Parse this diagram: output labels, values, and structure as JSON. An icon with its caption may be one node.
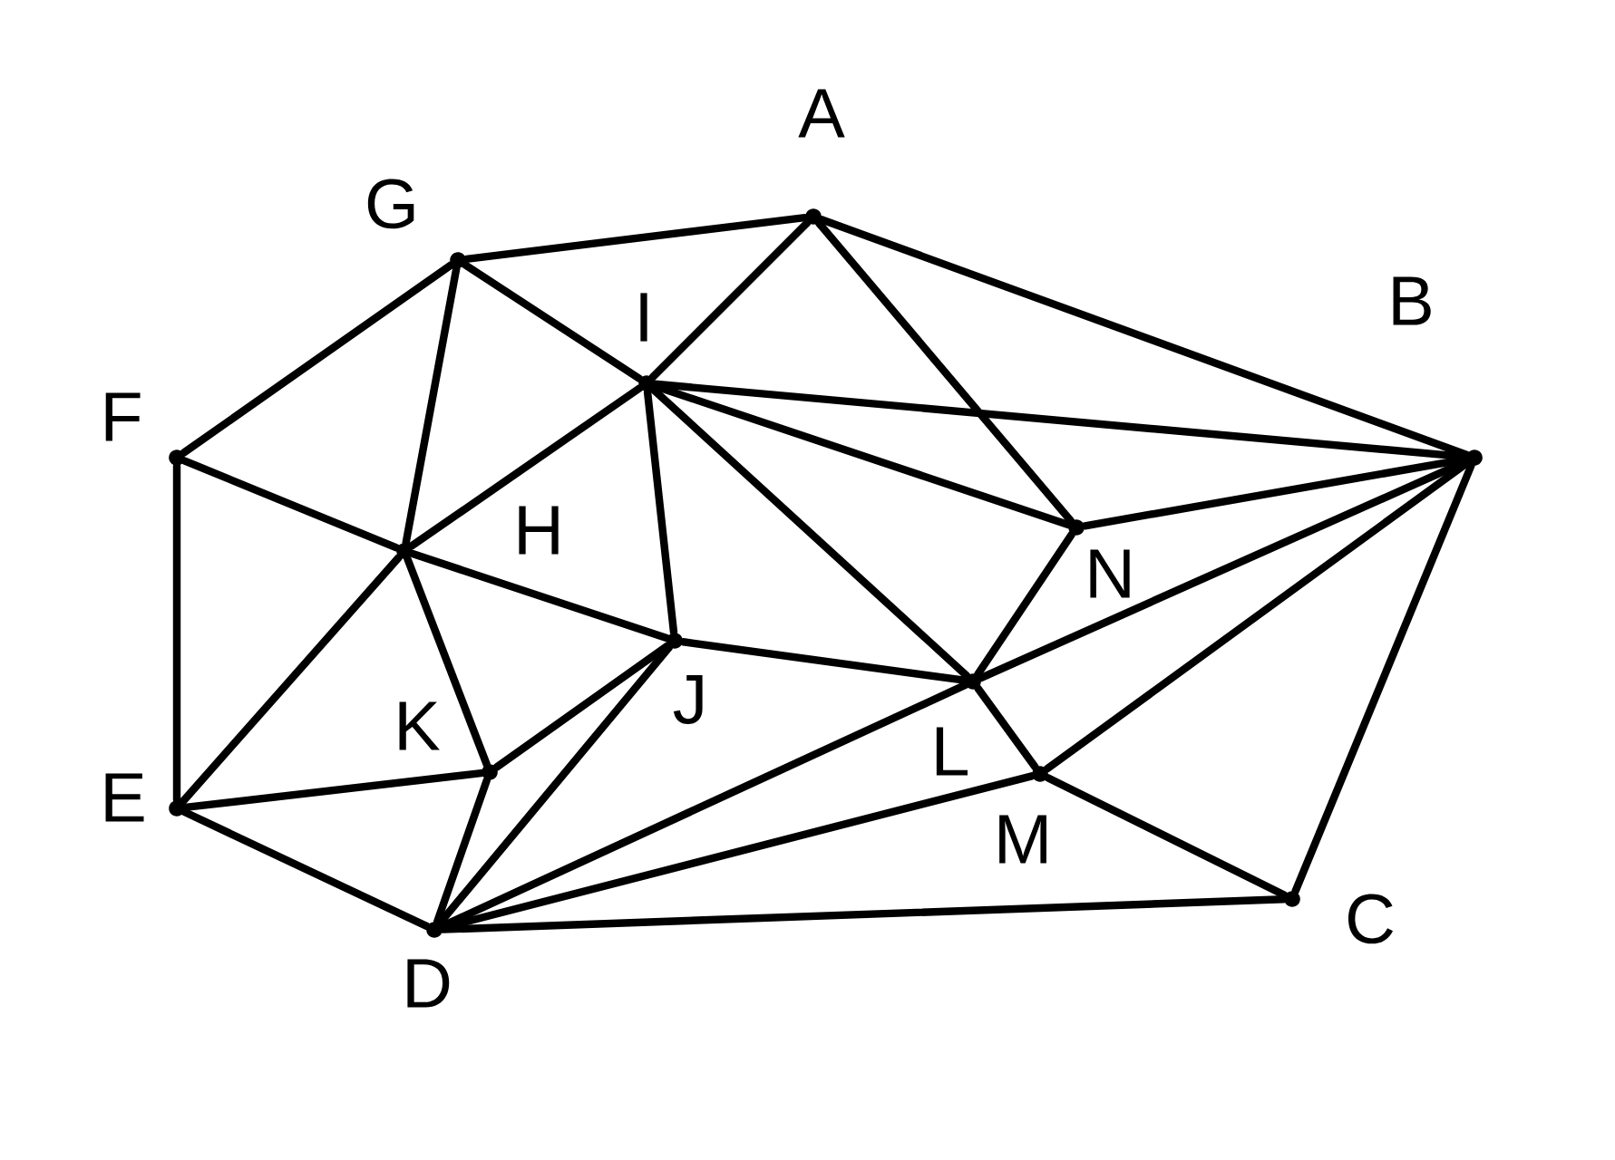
{
  "diagram": {
    "nodes": [
      {
        "text": [
          "A"
        ]
      },
      {
        "text": [
          "B"
        ]
      },
      {
        "text": [
          "C"
        ]
      },
      {
        "text": [
          "D"
        ]
      },
      {
        "text": [
          "E"
        ]
      },
      {
        "text": [
          "F"
        ]
      },
      {
        "text": [
          "G"
        ]
      },
      {
        "text": [
          "H"
        ]
      },
      {
        "text": [
          "I"
        ]
      },
      {
        "text": [
          "J"
        ]
      },
      {
        "text": [
          "K"
        ]
      },
      {
        "text": [
          "L"
        ]
      },
      {
        "text": [
          "M"
        ]
      },
      {
        "text": [
          "N"
        ]
      }
    ],
    "edges": [
      {
        "from": 6,
        "to": 0,
        "arrow": "none"
      },
      {
        "from": 0,
        "to": 1,
        "arrow": "none"
      },
      {
        "from": 0,
        "to": 8,
        "arrow": "none"
      },
      {
        "from": 0,
        "to": 13,
        "arrow": "none"
      },
      {
        "from": 6,
        "to": 8,
        "arrow": "none"
      },
      {
        "from": 6,
        "to": 5,
        "arrow": "none"
      },
      {
        "from": 6,
        "to": 7,
        "arrow": "none"
      },
      {
        "from": 5,
        "to": 7,
        "arrow": "none"
      },
      {
        "from": 5,
        "to": 4,
        "arrow": "none"
      },
      {
        "from": 4,
        "to": 7,
        "arrow": "none"
      },
      {
        "from": 4,
        "to": 10,
        "arrow": "none"
      },
      {
        "from": 4,
        "to": 3,
        "arrow": "none"
      },
      {
        "from": 7,
        "to": 8,
        "arrow": "none"
      },
      {
        "from": 7,
        "to": 9,
        "arrow": "none"
      },
      {
        "from": 7,
        "to": 10,
        "arrow": "none"
      },
      {
        "from": 10,
        "to": 3,
        "arrow": "none"
      },
      {
        "from": 10,
        "to": 9,
        "arrow": "none"
      },
      {
        "from": 8,
        "to": 9,
        "arrow": "none"
      },
      {
        "from": 8,
        "to": 1,
        "arrow": "none"
      },
      {
        "from": 8,
        "to": 13,
        "arrow": "none"
      },
      {
        "from": 8,
        "to": 11,
        "arrow": "none"
      },
      {
        "from": 9,
        "to": 11,
        "arrow": "none"
      },
      {
        "from": 3,
        "to": 9,
        "arrow": "none"
      },
      {
        "from": 3,
        "to": 11,
        "arrow": "none"
      },
      {
        "from": 3,
        "to": 12,
        "arrow": "none"
      },
      {
        "from": 3,
        "to": 2,
        "arrow": "none"
      },
      {
        "from": 11,
        "to": 13,
        "arrow": "none"
      },
      {
        "from": 11,
        "to": 1,
        "arrow": "none"
      },
      {
        "from": 11,
        "to": 12,
        "arrow": "none"
      },
      {
        "from": 13,
        "to": 1,
        "arrow": "none"
      },
      {
        "from": 12,
        "to": 1,
        "arrow": "none"
      },
      {
        "from": 12,
        "to": 2,
        "arrow": "none"
      },
      {
        "from": 2,
        "to": 1,
        "arrow": "none"
      }
    ]
  }
}
